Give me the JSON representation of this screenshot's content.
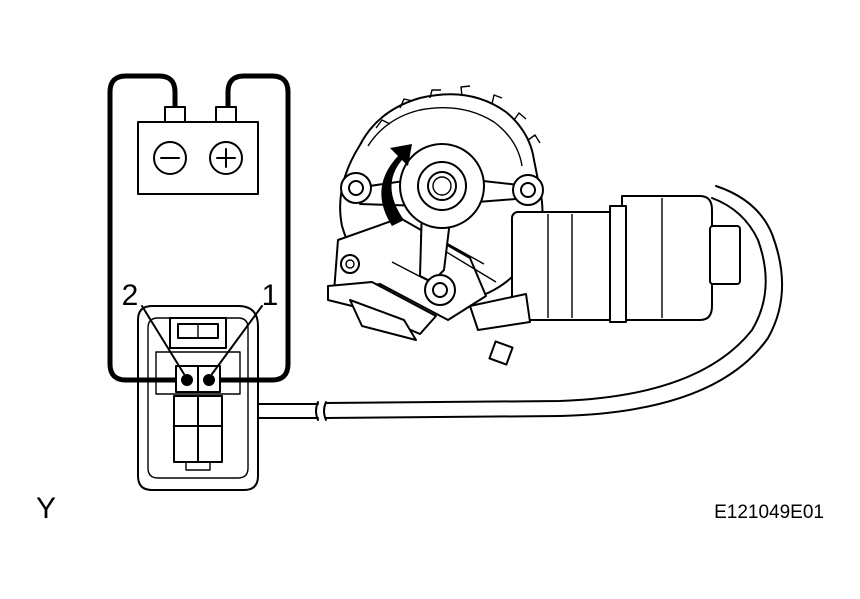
{
  "diagram": {
    "terminal_labels": {
      "left": "2",
      "right": "1"
    },
    "view_label": "Y",
    "figure_code": "E121049E01",
    "battery_symbols": {
      "negative": "−",
      "positive": "+"
    }
  }
}
